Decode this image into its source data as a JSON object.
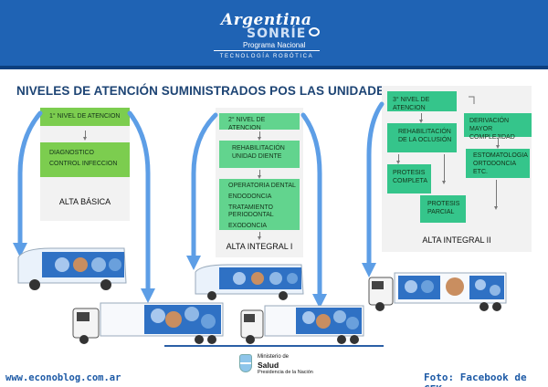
{
  "header": {
    "brand_line1": "Argentina",
    "brand_line2": "SONRÍE",
    "brand_line3": "Programa Nacional",
    "brand_line4": "TECNOLOGÍA ROBÓTICA",
    "color": "#1f63b4"
  },
  "title": "NIVELES DE ATENCIÓN SUMINISTRADOS POS LAS UNIDADES",
  "levels": {
    "level1": {
      "header": "1° NIVEL DE ATENCION",
      "items": [
        "DIAGNOSTICO",
        "CONTROL INFECCION"
      ],
      "label": "ALTA BÁSICA"
    },
    "level2": {
      "header": "2° NIVEL DE ATENCION",
      "box1": "REHABILITACIÓN UNIDAD DIENTE",
      "items": [
        "OPERATORIA DENTAL",
        "ENDODONCIA",
        "TRATAMIENTO PERIODONTAL",
        "EXODONCIA"
      ],
      "label": "ALTA INTEGRAL I"
    },
    "level3": {
      "header": "3° NIVEL DE ATENCION",
      "rehab": "REHABILITACIÓN DE LA OCLUSIÓN",
      "protesis_completa": "PROTESIS COMPLETA",
      "protesis_parcial": "PROTESIS PARCIAL",
      "derivacion": "DERIVACIÓN MAYOR COMPLEJIDAD",
      "especialidades": "ESTOMATOLOGIA ORTODONCIA ETC.",
      "label": "ALTA INTEGRAL II"
    }
  },
  "colors": {
    "lime": "#7ccd4f",
    "mint": "#62d48e",
    "teal": "#35c58b",
    "arrow": "#5d9ee6",
    "panel": "#f2f2f2"
  },
  "vehicles": [
    "van",
    "truck",
    "van",
    "truck",
    "truck"
  ],
  "footer": {
    "left": "www.econoblog.com.ar",
    "right": "Foto: Facebook de CFK",
    "ministry_line1": "Ministerio de",
    "ministry_line2": "Salud",
    "ministry_line3": "Presidencia de la Nación"
  }
}
